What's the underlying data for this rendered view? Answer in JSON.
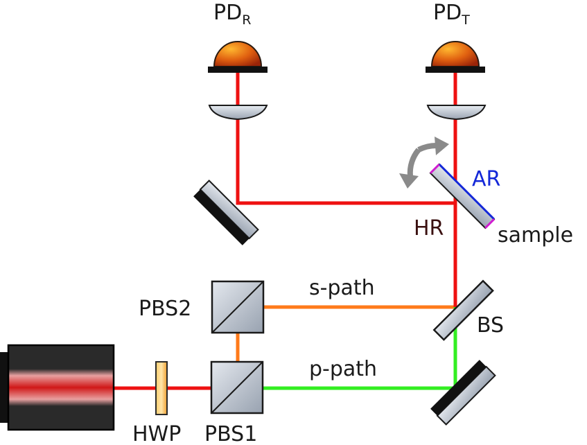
{
  "labels": {
    "pd_r_main": "PD",
    "pd_r_sub": "R",
    "pd_t_main": "PD",
    "pd_t_sub": "T",
    "ar": "AR",
    "hr": "HR",
    "sample": "sample",
    "s_path": "s-path",
    "p_path": "p-path",
    "pbs2": "PBS2",
    "pbs1": "PBS1",
    "bs": "BS",
    "hwp": "HWP"
  },
  "colors": {
    "beam_red": "#ee1111",
    "beam_orange": "#ff7a1a",
    "beam_green": "#33ee22",
    "ar_coating": "#1428d8",
    "hr_coating": "#d01cd0",
    "rotation_arrow": "#8a8a8a"
  }
}
